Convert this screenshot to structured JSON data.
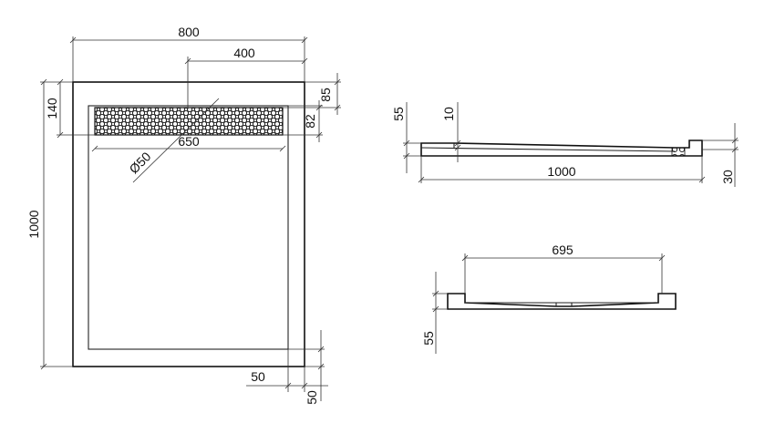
{
  "plan_view": {
    "width": "800",
    "drain_offset": "400",
    "frame_top": "85",
    "drain_length": "650",
    "drain_band": "140",
    "drain_width": "82",
    "outlet_diameter": "Ø50",
    "length": "1000",
    "rim_side": "50",
    "rim_bottom": "50"
  },
  "side_view": {
    "height": "55",
    "step": "10",
    "length": "1000",
    "thickness": "30"
  },
  "end_view": {
    "inner_width": "695",
    "height": "55"
  },
  "colors": {
    "line": "#111111",
    "background": "#ffffff"
  }
}
